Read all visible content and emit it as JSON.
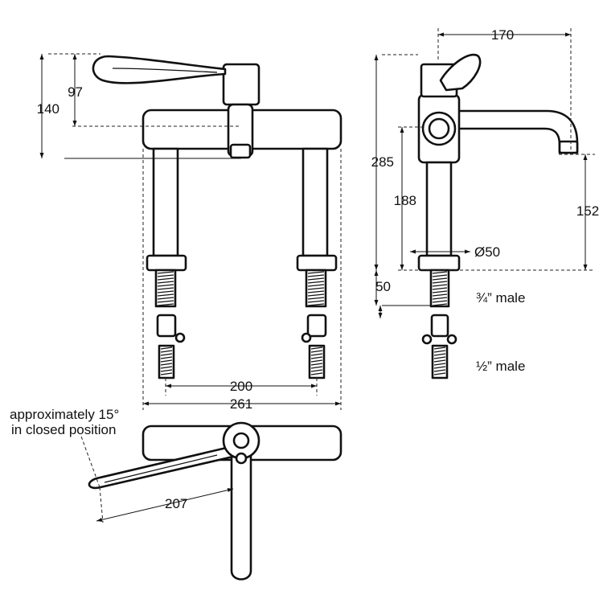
{
  "colors": {
    "line": "#111111",
    "background": "#ffffff"
  },
  "front_view": {
    "dim_height_total": "140",
    "dim_height_lever": "97",
    "dim_centres": "200",
    "dim_overall_width": "261"
  },
  "side_view": {
    "dim_reach": "170",
    "dim_height_overall": "285",
    "dim_height_body": "188",
    "dim_spout_height": "152",
    "dim_diameter": "Ø50",
    "dim_thread_length": "50",
    "inlet_thread": "¾” male",
    "outlet_thread": "½” male"
  },
  "plan_view": {
    "note_line1": "approximately 15°",
    "note_line2": "in closed position",
    "dim_lever_length": "207"
  }
}
